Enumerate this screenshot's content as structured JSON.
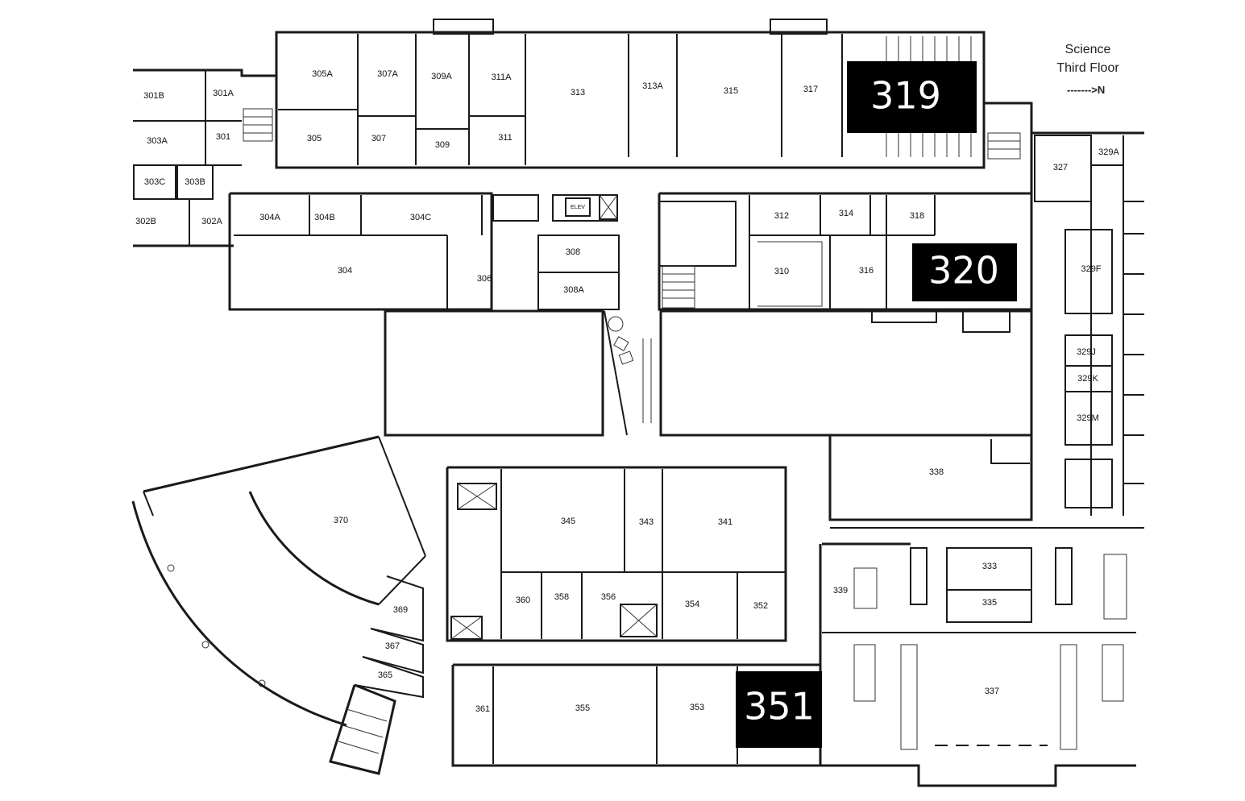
{
  "map": {
    "building": "Science",
    "floor": "Third Floor",
    "north_indicator": "------->N",
    "highlight_color": "#000000",
    "highlights": [
      "319",
      "320",
      "351"
    ],
    "rooms": [
      "301B",
      "301A",
      "301",
      "303A",
      "303C",
      "303B",
      "302B",
      "302A",
      "305A",
      "305",
      "307A",
      "307",
      "309A",
      "309",
      "311A",
      "311",
      "313",
      "313A",
      "315",
      "317",
      "327",
      "329A",
      "304A",
      "304B",
      "304C",
      "312",
      "314",
      "318",
      "304",
      "306",
      "308",
      "308A",
      "310",
      "316",
      "329F",
      "329J",
      "329K",
      "329M",
      "338",
      "370",
      "345",
      "343",
      "341",
      "333",
      "339",
      "335",
      "369",
      "360",
      "358",
      "356",
      "354",
      "352",
      "367",
      "365",
      "337",
      "361",
      "355",
      "353",
      "ELEV"
    ]
  }
}
